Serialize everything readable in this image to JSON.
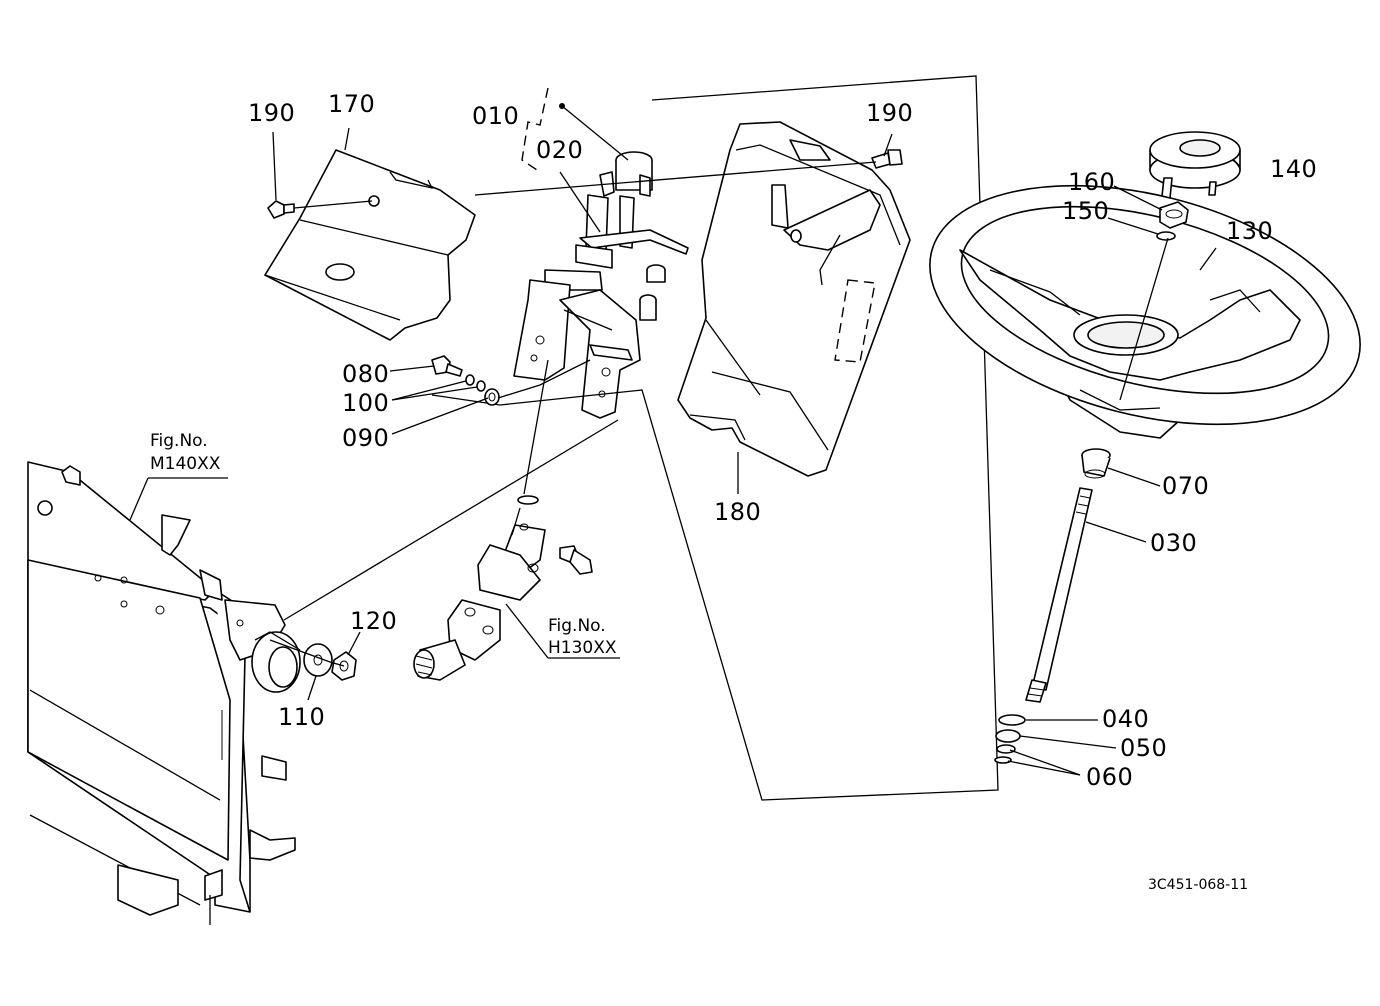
{
  "labels": {
    "p010": "010",
    "p020": "020",
    "p030": "030",
    "p040": "040",
    "p050": "050",
    "p060": "060",
    "p070": "070",
    "p080": "080",
    "p090": "090",
    "p100": "100",
    "p110": "110",
    "p120": "120",
    "p130": "130",
    "p140": "140",
    "p150": "150",
    "p160": "160",
    "p170": "170",
    "p180": "180",
    "p190a": "190",
    "p190b": "190"
  },
  "references": {
    "m140_line1": "Fig.No.",
    "m140_line2": "M140XX",
    "h130_line1": "Fig.No.",
    "h130_line2": "H130XX"
  },
  "drawing_code": "3C451-068-11"
}
